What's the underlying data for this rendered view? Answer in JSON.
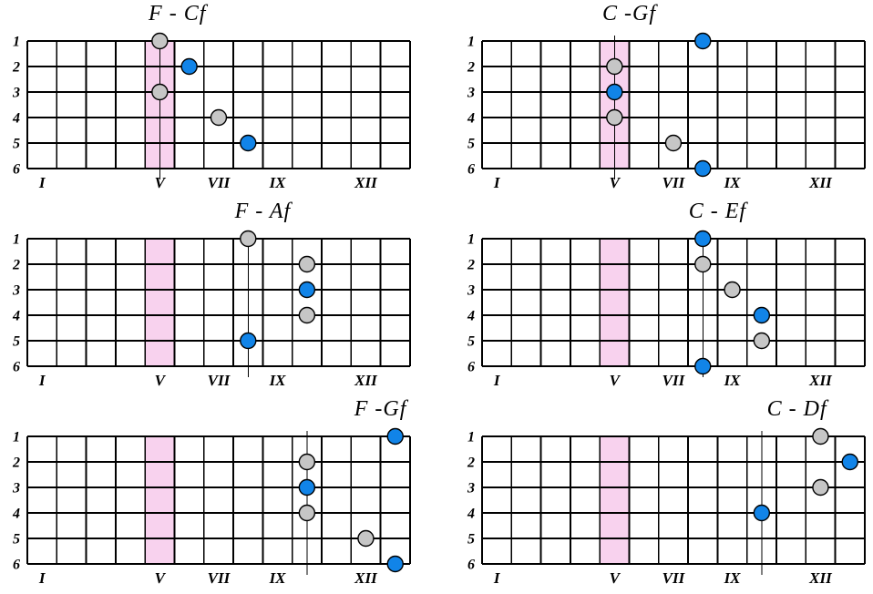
{
  "sheet": {
    "background": "#ffffff",
    "strings": 6,
    "frets": 13,
    "string_labels": [
      "1",
      "2",
      "3",
      "4",
      "5",
      "6"
    ],
    "fret_numerals": [
      {
        "label": "I",
        "fret": 1
      },
      {
        "label": "V",
        "fret": 5
      },
      {
        "label": "VII",
        "fret": 7
      },
      {
        "label": "IX",
        "fret": 9
      },
      {
        "label": "XII",
        "fret": 12
      }
    ],
    "highlight_fret": 5,
    "colors": {
      "blue_dot": "#1184E8",
      "gray_dot": "#C6C6C6",
      "dot_outline": "#000000",
      "highlight": "#F8D2EE",
      "line": "#000000"
    }
  },
  "diagrams": [
    {
      "title": "F - Cf",
      "marker_fret": 5,
      "title_fret": 5.1,
      "dots": [
        {
          "string": 1,
          "fret": 5,
          "color": "gray"
        },
        {
          "string": 2,
          "fret": 6,
          "color": "blue"
        },
        {
          "string": 3,
          "fret": 5,
          "color": "gray"
        },
        {
          "string": 4,
          "fret": 7,
          "color": "gray"
        },
        {
          "string": 5,
          "fret": 8,
          "color": "blue"
        }
      ]
    },
    {
      "title": "C -Gf",
      "marker_fret": 5,
      "title_fret": 5.0,
      "dots": [
        {
          "string": 1,
          "fret": 8,
          "color": "blue"
        },
        {
          "string": 2,
          "fret": 5,
          "color": "gray"
        },
        {
          "string": 3,
          "fret": 5,
          "color": "blue"
        },
        {
          "string": 4,
          "fret": 5,
          "color": "gray"
        },
        {
          "string": 5,
          "fret": 7,
          "color": "gray"
        },
        {
          "string": 6,
          "fret": 8,
          "color": "blue"
        }
      ]
    },
    {
      "title": "F - Af",
      "marker_fret": 8,
      "title_fret": 8.0,
      "dots": [
        {
          "string": 1,
          "fret": 8,
          "color": "gray"
        },
        {
          "string": 2,
          "fret": 10,
          "color": "gray"
        },
        {
          "string": 3,
          "fret": 10,
          "color": "blue"
        },
        {
          "string": 4,
          "fret": 10,
          "color": "gray"
        },
        {
          "string": 5,
          "fret": 8,
          "color": "blue"
        }
      ]
    },
    {
      "title": "C - Ef",
      "marker_fret": 8,
      "title_fret": 8.0,
      "dots": [
        {
          "string": 1,
          "fret": 8,
          "color": "blue"
        },
        {
          "string": 2,
          "fret": 8,
          "color": "gray"
        },
        {
          "string": 3,
          "fret": 9,
          "color": "gray"
        },
        {
          "string": 4,
          "fret": 10,
          "color": "blue"
        },
        {
          "string": 5,
          "fret": 10,
          "color": "gray"
        },
        {
          "string": 6,
          "fret": 8,
          "color": "blue"
        }
      ]
    },
    {
      "title": "F -Gf",
      "marker_fret": 10,
      "title_fret": 12.0,
      "dots": [
        {
          "string": 1,
          "fret": 13,
          "color": "blue"
        },
        {
          "string": 2,
          "fret": 10,
          "color": "gray"
        },
        {
          "string": 3,
          "fret": 10,
          "color": "blue"
        },
        {
          "string": 4,
          "fret": 10,
          "color": "gray"
        },
        {
          "string": 5,
          "fret": 12,
          "color": "gray"
        },
        {
          "string": 6,
          "fret": 13,
          "color": "blue"
        }
      ]
    },
    {
      "title": "C - Df",
      "marker_fret": 10,
      "title_fret": 10.7,
      "dots": [
        {
          "string": 1,
          "fret": 12,
          "color": "gray"
        },
        {
          "string": 2,
          "fret": 13,
          "color": "blue"
        },
        {
          "string": 3,
          "fret": 12,
          "color": "gray"
        },
        {
          "string": 4,
          "fret": 10,
          "color": "blue"
        }
      ]
    }
  ]
}
